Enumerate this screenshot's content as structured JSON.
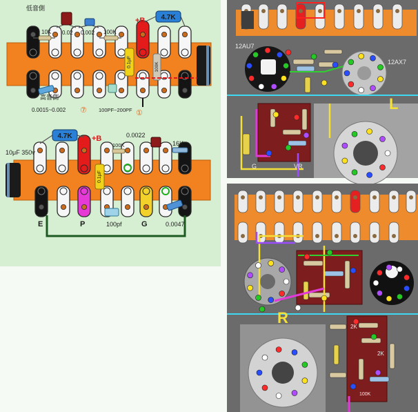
{
  "colors": {
    "page_bg": "#f5faf4",
    "panel_green": "#d6efd2",
    "board_orange": "#f2811f",
    "label_red": "#d81818",
    "resistor_blue": "#2a80d6",
    "cap_yellow": "#f0d21a",
    "wire_green": "#1d5a22",
    "photo_gray": "#6b6b6b",
    "pcb_brown": "#7d1d1d",
    "guide_cyan": "#3fd8f2",
    "channel_yellow": "#f5e03a",
    "lug_white": "#f6f6f6",
    "lug_red": "#e41b1b",
    "lug_black": "#141414",
    "lug_magenta": "#e63ad6",
    "lug_yellow": "#f2d22a",
    "markers": [
      "#ff2a2a",
      "#2a4dff",
      "#25c825",
      "#ffe21f",
      "#b04cff",
      "#ffffff"
    ]
  },
  "tone_stack_strip": {
    "bass_side_label": "低音側",
    "treble_side_label": "高音側",
    "resistor_10k": "10K",
    "cap_002": "0.02",
    "cap_0002": "0.002",
    "resistor_100k": "100K",
    "supply_label": "+B",
    "resistor_4k7": "4.7K",
    "cap_01uf": "0.1μF",
    "resistor_100k_v": "100K",
    "cap_bass_value": "0.0015~0.002",
    "pin_7": "⑦",
    "cap_treble_value": "100PF~200PF",
    "pin_1": "①"
  },
  "output_strip": {
    "resistor_4k7": "4.7K",
    "supply_label": "+B",
    "cap_00022": "0.0022",
    "resistor_100k": "100K",
    "resistor_16k": "16K",
    "electrolytic": "10μF 350v",
    "cap_01uf": "0.1μF",
    "terminal_e": "E",
    "terminal_p": "P",
    "cap_100pf": "100pf",
    "terminal_g": "G",
    "cap_00047": "0.0047"
  },
  "photo_l": {
    "tube_left": "12AU7",
    "tube_right": "12AX7",
    "channel": "L",
    "ground": "G",
    "volume": "VR"
  },
  "photo_r": {
    "channel": "R",
    "resistor_2k_a": "2K",
    "resistor_2k_b": "2K",
    "resistor_100k": "100K"
  }
}
